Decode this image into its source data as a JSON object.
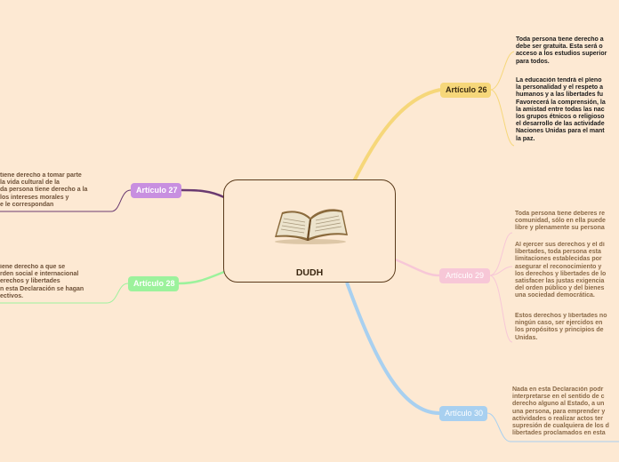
{
  "center": {
    "title": "DUDH",
    "icon": "open-book-icon"
  },
  "nodes": {
    "a26": "Artículo 26",
    "a27": "Artículo 27",
    "a28": "Artículo 28",
    "a29": "Artículo 29",
    "a30": "Artículo 30"
  },
  "texts": {
    "a26_p1": "Toda persona tiene derecho a\ndebe ser gratuita. Esta será o\nacceso a los estudios superior\npara todos.",
    "a26_p2": "La educación tendrá el pleno\nla personalidad y el respeto a\nhumanos y a las libertades fu\nFavorecerá la comprensión, la\nla amistad entre todas las nac\nlos grupos étnicos o religioso\nel desarrollo de las actividade\nNaciones Unidas para el mant\nla paz.",
    "a27": "tiene derecho a tomar parte\nla vida cultural de la\nda persona tiene derecho a la\nlos intereses morales y\ne le correspondan",
    "a28": "iene derecho a que se\nrden social e internacional\nerechos y libertades\nn esta Declaración se hagan\nectivos.",
    "a29_p1": "Toda persona tiene deberes re\ncomunidad, sólo en ella puede\nlibre y plenamente su persona",
    "a29_p2": "Al ejercer sus derechos y el di\nlibertades, toda persona esta\nlimitaciones establecidas por\nasegurar el reconocimiento y\nlos derechos y libertades de lo\nsatisfacer las justas exigencia\ndel orden público y del bienes\nuna sociedad democrática.",
    "a29_p3": "Estos derechos y libertades no\nningún caso, ser ejercidos en\nlos propósitos y principios de\nUnidas.",
    "a30": "Nada en esta Declaración podr\ninterpretarse en el sentido de c\nderecho alguno al Estado, a un\nuna persona, para emprender y\nactividades o realizar actos ter\nsupresión de cualquiera de los d\nlibertades proclamados en esta"
  },
  "colors": {
    "background": "#fde9d3",
    "a26": "#f6d77a",
    "a27": "#c88fe0",
    "a28": "#9cf29c",
    "a29": "#f7c7d7",
    "a30": "#a8d0f0",
    "a27_line": "#6a3a70"
  }
}
